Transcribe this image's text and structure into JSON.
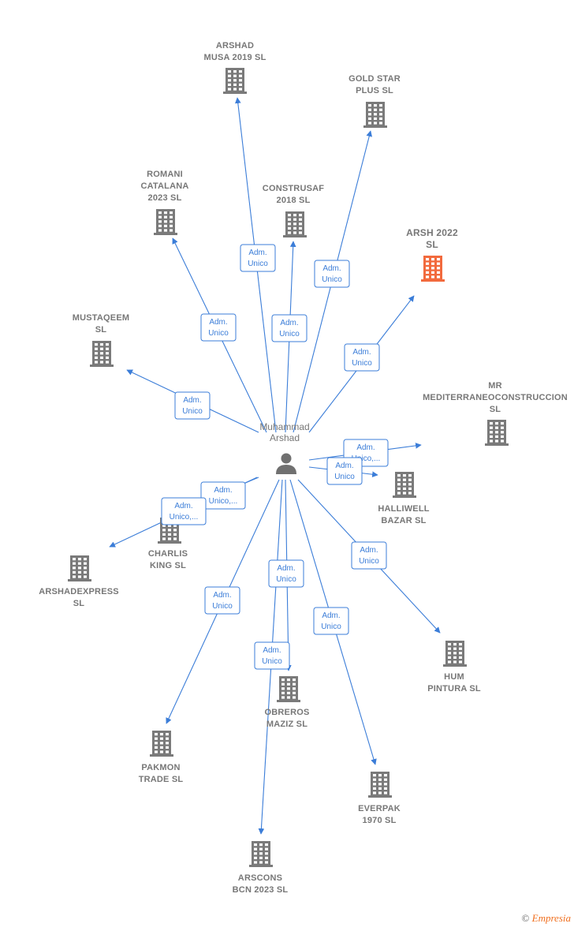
{
  "center": {
    "name_line1": "Muhammad",
    "name_line2": "Arshad"
  },
  "colors": {
    "edge": "#3b7dd8",
    "building": "#7a7a7a",
    "highlight": "#f26a3d"
  },
  "nodes": [
    {
      "id": "arshad-musa",
      "lines": [
        "ARSHAD",
        "MUSA 2019  SL"
      ],
      "highlight": false
    },
    {
      "id": "gold-star",
      "lines": [
        "GOLD STAR",
        "PLUS  SL"
      ],
      "highlight": false
    },
    {
      "id": "romani",
      "lines": [
        "ROMANI",
        "CATALANA",
        "2023  SL"
      ],
      "highlight": false
    },
    {
      "id": "construsaf",
      "lines": [
        "CONSTRUSAF",
        "2018  SL"
      ],
      "highlight": false
    },
    {
      "id": "arsh2022",
      "lines": [
        "ARSH 2022",
        "SL"
      ],
      "highlight": true
    },
    {
      "id": "mustaqeem",
      "lines": [
        "MUSTAQEEM",
        "SL"
      ],
      "highlight": false
    },
    {
      "id": "mediterraneo",
      "lines": [
        "MR",
        "MEDITERRANEOCONSTRUCCION",
        "SL"
      ],
      "highlight": false
    },
    {
      "id": "halliwell",
      "lines": [
        "HALLIWELL",
        "BAZAR  SL"
      ],
      "highlight": false
    },
    {
      "id": "charlis",
      "lines": [
        "CHARLIS",
        "KING SL"
      ],
      "highlight": false
    },
    {
      "id": "arshadexpress",
      "lines": [
        "ARSHADEXPRESS",
        "SL"
      ],
      "highlight": false
    },
    {
      "id": "hum",
      "lines": [
        "HUM",
        "PINTURA  SL"
      ],
      "highlight": false
    },
    {
      "id": "obreros",
      "lines": [
        "OBREROS",
        "MAZIZ  SL"
      ],
      "highlight": false
    },
    {
      "id": "pakmon",
      "lines": [
        "PAKMON",
        "TRADE SL"
      ],
      "highlight": false
    },
    {
      "id": "everpak",
      "lines": [
        "EVERPAK",
        "1970  SL"
      ],
      "highlight": false
    },
    {
      "id": "arscons",
      "lines": [
        "ARSCONS",
        "BCN 2023  SL"
      ],
      "highlight": false
    }
  ],
  "edges": [
    {
      "target": "arshad-musa",
      "label": [
        "Adm.",
        "Unico"
      ]
    },
    {
      "target": "gold-star",
      "label": [
        "Adm.",
        "Unico"
      ]
    },
    {
      "target": "romani",
      "label": [
        "Adm.",
        "Unico"
      ]
    },
    {
      "target": "construsaf",
      "label": [
        "Adm.",
        "Unico"
      ]
    },
    {
      "target": "arsh2022",
      "label": [
        "Adm.",
        "Unico"
      ]
    },
    {
      "target": "mustaqeem",
      "label": [
        "Adm.",
        "Unico"
      ]
    },
    {
      "target": "mediterraneo",
      "label": [
        "Adm.",
        "Unico,..."
      ]
    },
    {
      "target": "halliwell",
      "label": [
        "Adm.",
        "Unico"
      ]
    },
    {
      "target": "charlis",
      "label": [
        "Adm.",
        "Unico,..."
      ]
    },
    {
      "target": "arshadexpress",
      "label": [
        "Adm.",
        "Unico,..."
      ]
    },
    {
      "target": "hum",
      "label": [
        "Adm.",
        "Unico"
      ]
    },
    {
      "target": "obreros",
      "label": [
        "Adm.",
        "Unico"
      ]
    },
    {
      "target": "pakmon",
      "label": [
        "Adm.",
        "Unico"
      ]
    },
    {
      "target": "everpak",
      "label": [
        "Adm.",
        "Unico"
      ]
    },
    {
      "target": "arscons",
      "label": [
        "Adm.",
        "Unico"
      ]
    }
  ],
  "footer": {
    "copyright": "©",
    "brand": "Empresia"
  }
}
